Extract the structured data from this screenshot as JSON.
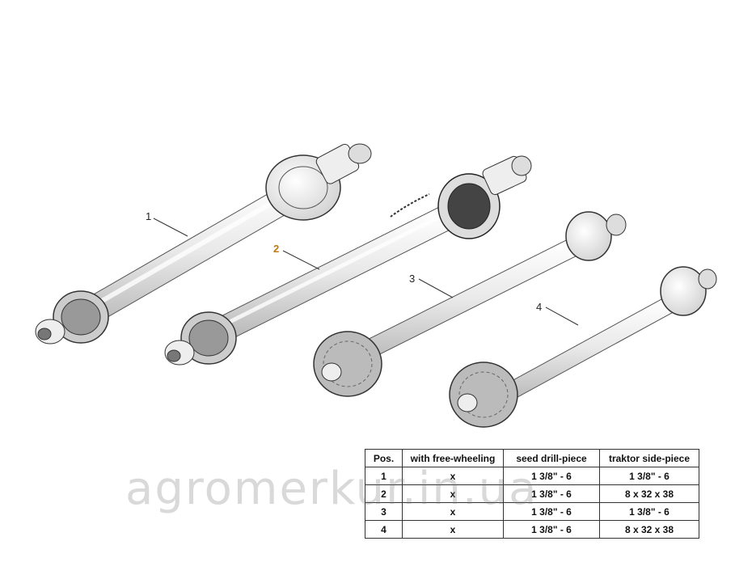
{
  "callouts": [
    "1",
    "2",
    "3",
    "4"
  ],
  "table": {
    "headers": [
      "Pos.",
      "with free-wheeling",
      "seed drill-piece",
      "traktor side-piece"
    ],
    "rows": [
      [
        "1",
        "x",
        "1 3/8\" - 6",
        "1 3/8\" - 6"
      ],
      [
        "2",
        "x",
        "1 3/8\" - 6",
        "8 x 32 x 38"
      ],
      [
        "3",
        "x",
        "1 3/8\" - 6",
        "1 3/8\" - 6"
      ],
      [
        "4",
        "x",
        "1 3/8\" - 6",
        "8 x 32 x 38"
      ]
    ]
  },
  "watermark": "agromerkur.in.ua",
  "colors": {
    "callout_highlight": "#c07a12",
    "line": "#222222"
  }
}
